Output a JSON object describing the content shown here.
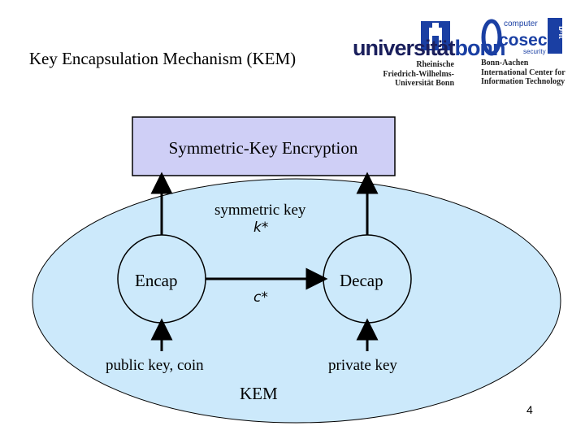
{
  "slide": {
    "title": "Key Encapsulation Mechanism (KEM)",
    "page_number": "4"
  },
  "logos": {
    "uni_bonn": {
      "word_main": "universität",
      "word_bonn": "bonn",
      "line1": "Rheinische",
      "line2": "Friedrich-Wilhelms-",
      "line3": "Universität Bonn"
    },
    "bit": {
      "top_word": "computer",
      "main_word": "cosec",
      "side_word": "b-it",
      "sub_word": "security",
      "line1": "Bonn-Aachen",
      "line2": "International Center for",
      "line3": "Information Technology"
    }
  },
  "diagram": {
    "top_box_label": "Symmetric-Key Encryption",
    "symmetric_key_label": "symmetric key",
    "symmetric_key_var": "k*",
    "encap_label": "Encap",
    "decap_label": "Decap",
    "ciphertext_label": "c*",
    "encap_input_label": "public key, coin",
    "decap_input_label": "private key",
    "kem_label": "KEM"
  },
  "colors": {
    "kem_ellipse_fill": "#cce9fb",
    "box_fill": "#cfcff6",
    "node_fill": "#cce9fb",
    "uni_blue": "#1a3fa3"
  }
}
